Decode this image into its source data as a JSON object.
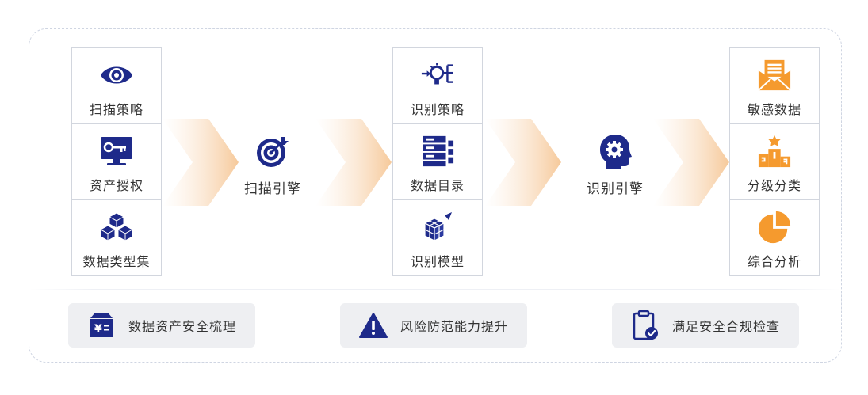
{
  "colors": {
    "primary_blue": "#1e2a8a",
    "accent_orange": "#f59a2e",
    "arrow_peach": "#f8d7b2",
    "border": "#d2d6de",
    "button_bg": "#eeeff2"
  },
  "scan_column": {
    "items": [
      {
        "label": "扫描策略",
        "icon": "eye-icon"
      },
      {
        "label": "资产授权",
        "icon": "key-monitor-icon"
      },
      {
        "label": "数据类型集",
        "icon": "cubes-icon"
      }
    ]
  },
  "scan_engine": {
    "label": "扫描引擎",
    "icon": "target-icon"
  },
  "identify_column": {
    "items": [
      {
        "label": "识别策略",
        "icon": "bulb-network-icon"
      },
      {
        "label": "数据目录",
        "icon": "catalog-icon"
      },
      {
        "label": "识别模型",
        "icon": "model-cube-icon"
      }
    ]
  },
  "identify_engine": {
    "label": "识别引擎",
    "icon": "head-gear-icon"
  },
  "result_column": {
    "items": [
      {
        "label": "敏感数据",
        "icon": "envelope-icon"
      },
      {
        "label": "分级分类",
        "icon": "podium-icon"
      },
      {
        "label": "综合分析",
        "icon": "pie-chart-icon"
      }
    ]
  },
  "benefits": [
    {
      "label": "数据资产安全梳理",
      "icon": "yen-box-icon"
    },
    {
      "label": "风险防范能力提升",
      "icon": "warning-icon"
    },
    {
      "label": "满足安全合规检查",
      "icon": "clipboard-check-icon"
    }
  ]
}
